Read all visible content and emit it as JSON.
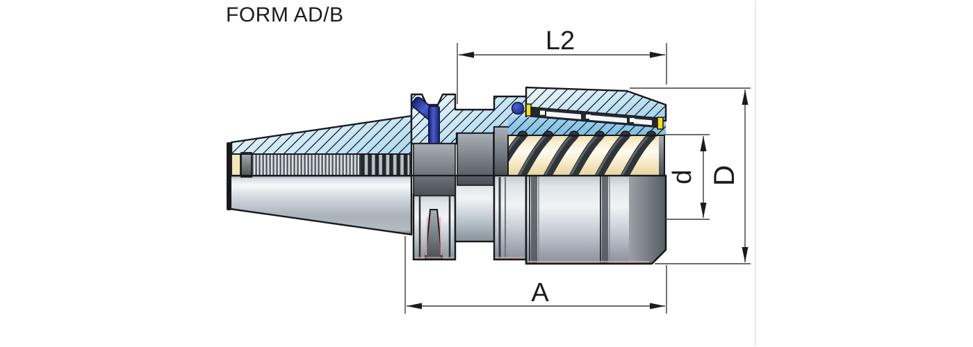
{
  "title": "FORM AD/B",
  "dimensions": {
    "l2": {
      "label": "L2",
      "orientation": "horizontal",
      "position": "top"
    },
    "d": {
      "label": "d",
      "orientation": "vertical",
      "position": "right-inner"
    },
    "D": {
      "label": "D",
      "orientation": "vertical",
      "position": "right-outer"
    },
    "a": {
      "label": "A",
      "orientation": "horizontal",
      "position": "bottom"
    }
  },
  "colors": {
    "background": "#ffffff",
    "outline": "#17191c",
    "section_hatch_light_blue": "#c9e6f6",
    "section_hatch_mid_blue": "#8fc6e9",
    "coolant_channel_blue": "#2a3bb8",
    "bearing_seal_yellow": "#ffdf0e",
    "collet_cream": "#f7eecd",
    "spring_band_gray": "#2e343a",
    "metal_gray": "#c2cad1",
    "pink_reflection": "#edaca4",
    "dimension_line_gray": "#3b3b3b",
    "frame_line_gray": "#d8d8d8"
  }
}
